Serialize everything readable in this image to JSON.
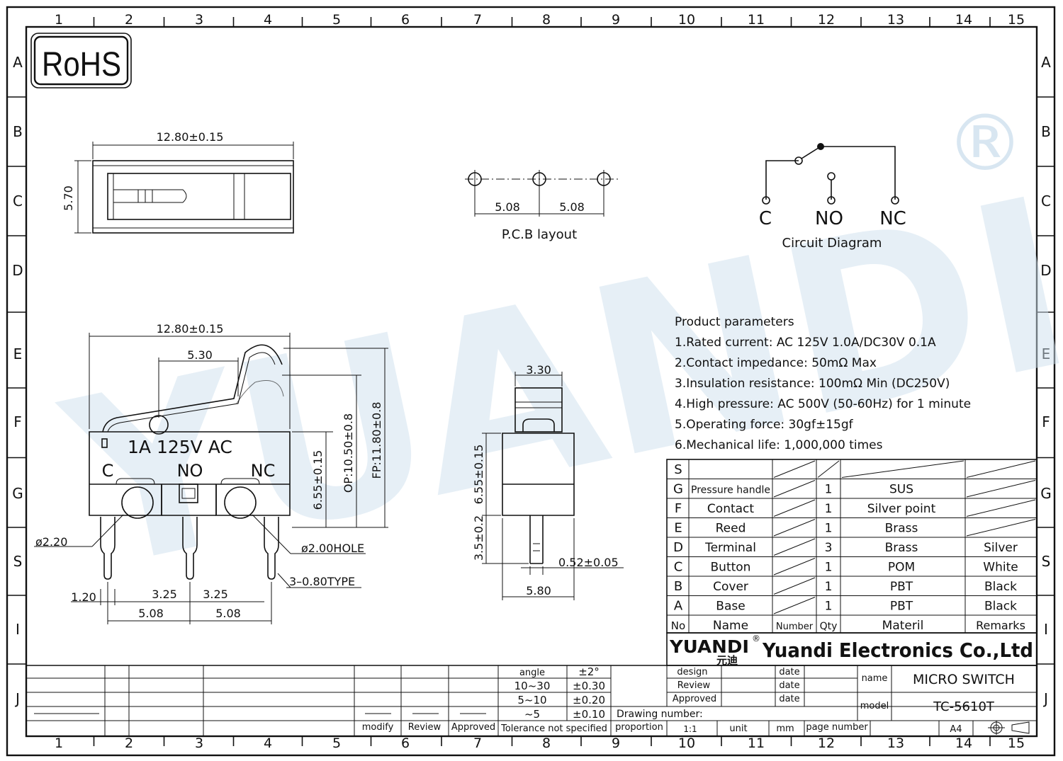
{
  "zone_columns": [
    "1",
    "2",
    "3",
    "4",
    "5",
    "6",
    "7",
    "8",
    "9",
    "10",
    "11",
    "12",
    "13",
    "14",
    "15"
  ],
  "zone_rows": [
    "A",
    "B",
    "C",
    "D",
    "E",
    "F",
    "G",
    "S",
    "I",
    "J"
  ],
  "rohs_label": "RoHS",
  "top_view": {
    "width_dim": "12.80±0.15",
    "height_dim": "5.70"
  },
  "pcb": {
    "pitch_1": "5.08",
    "pitch_2": "5.08",
    "label": "P.C.B  layout"
  },
  "circuit": {
    "pin_c": "C",
    "pin_no": "NO",
    "pin_nc": "NC",
    "label": "Circuit  Diagram"
  },
  "params": {
    "title": "Product parameters",
    "items": [
      "1.Rated current: AC 125V 1.0A/DC30V 0.1A",
      "2.Contact impedance: 50mΩ Max",
      "3.Insulation resistance: 100mΩ Min  (DC250V)",
      "4.High pressure: AC 500V   (50-60Hz)  for 1 minute",
      "5.Operating force: 30gf±15gf",
      "6.Mechanical life: 1,000,000 times"
    ]
  },
  "front_view": {
    "width_dim": "12.80±0.15",
    "lever_dim": "5.30",
    "marking": "1A 125V  AC",
    "pin_c": "C",
    "pin_no": "NO",
    "pin_nc": "NC",
    "body_height": "6.55±0.15",
    "op": "OP:10.50±0.8",
    "fp": "FP:11.80±0.8",
    "dia_small": "ø2.20",
    "dia_hole": "ø2.00HOLE",
    "pin_type": "3–0.80TYPE",
    "pin_width": "1.20",
    "gap_1": "3.25",
    "gap_2": "3.25",
    "pitch_1": "5.08",
    "pitch_2": "5.08"
  },
  "side_view": {
    "top_dim": "3.30",
    "body_height": "6.55±0.15",
    "pin_len": "3.5±0.2",
    "pin_thick": "0.52±0.05",
    "width_dim": "5.80"
  },
  "bom": {
    "rows": [
      {
        "code": "S",
        "name": "",
        "qty": "",
        "material": "",
        "remark": ""
      },
      {
        "code": "G",
        "name": "Pressure handle",
        "qty": "1",
        "material": "SUS",
        "remark": ""
      },
      {
        "code": "F",
        "name": "Contact",
        "qty": "1",
        "material": "Silver point",
        "remark": ""
      },
      {
        "code": "E",
        "name": "Reed",
        "qty": "1",
        "material": "Brass",
        "remark": ""
      },
      {
        "code": "D",
        "name": "Terminal",
        "qty": "3",
        "material": "Brass",
        "remark": "Silver"
      },
      {
        "code": "C",
        "name": "Button",
        "qty": "1",
        "material": "POM",
        "remark": "White"
      },
      {
        "code": "B",
        "name": "Cover",
        "qty": "1",
        "material": "PBT",
        "remark": "Black"
      },
      {
        "code": "A",
        "name": "Base",
        "qty": "1",
        "material": "PBT",
        "remark": "Black"
      }
    ],
    "header": {
      "no": "No",
      "name": "Name",
      "number": "Number",
      "qty": "Qty",
      "material": "Materil",
      "remarks": "Remarks"
    }
  },
  "company": {
    "logo": "YUANDI",
    "logo_cn": "元迪",
    "reg": "®",
    "name": "Yuandi Electronics Co.,Ltd"
  },
  "watermark": {
    "text": "YUANDI",
    "mark": "®"
  },
  "title_block": {
    "design": "design",
    "review": "Review",
    "approved": "Approved",
    "date": "date",
    "name_label": "name",
    "name_value": "MICRO SWITCH",
    "model_label": "model",
    "model_value": "TC-5610T",
    "drawing_number": "Drawing number:",
    "proportion": "proportion",
    "scale": "1:1",
    "unit": "unit",
    "unit_value": "mm",
    "page_number": "page number",
    "paper": "A4",
    "modify": "modify",
    "review_col": "Review",
    "approved_col": "Approved",
    "tolerance_note": "Tolerance not specified",
    "tolerances": [
      {
        "range": "angle",
        "value": "±2°"
      },
      {
        "range": "10~30",
        "value": "±0.30"
      },
      {
        "range": "5~10",
        "value": "±0.20"
      },
      {
        "range": "~5",
        "value": "±0.10"
      }
    ]
  }
}
